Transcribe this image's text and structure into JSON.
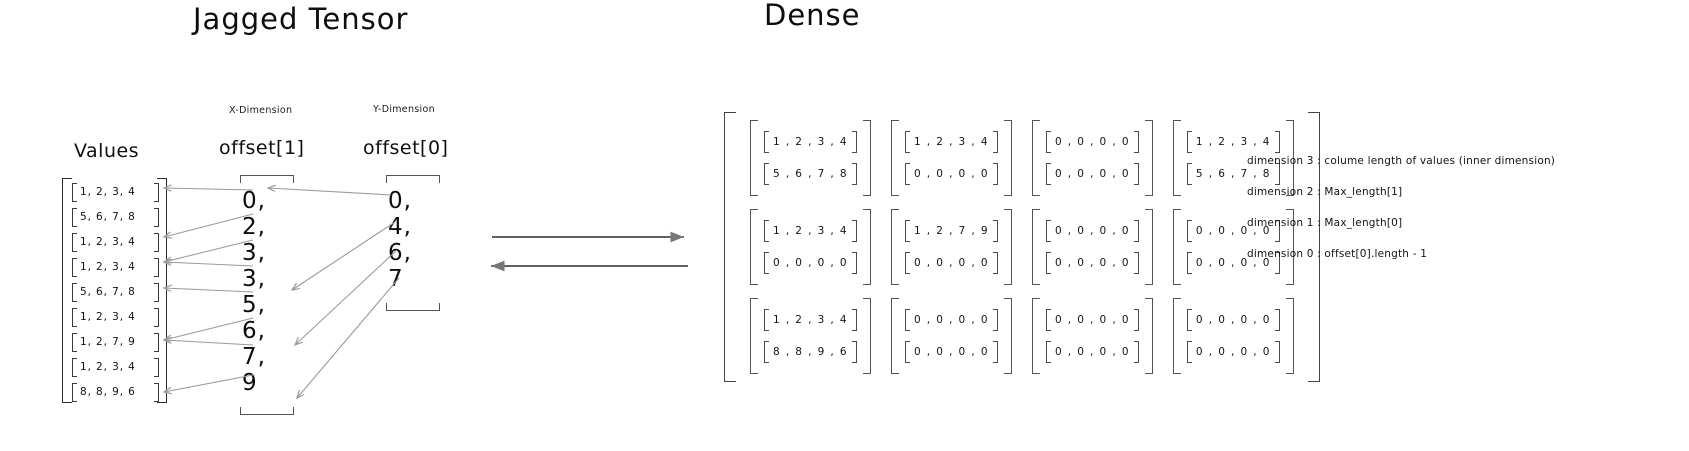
{
  "titles": {
    "left": "Jagged Tensor",
    "right": "Dense"
  },
  "jagged": {
    "values": {
      "header": "Values",
      "rows": [
        "1, 2, 3, 4",
        "5, 6, 7, 8",
        "1, 2, 3, 4",
        "1, 2, 3, 4",
        "5, 6, 7, 8",
        "1, 2, 3, 4",
        "1, 2, 7, 9",
        "1, 2, 3, 4",
        "8, 8, 9, 6"
      ]
    },
    "offset1": {
      "dimension_tag": "X-Dimension",
      "header": "offset[1]",
      "values": [
        "0,",
        "2,",
        "3,",
        "3,",
        "5,",
        "6,",
        "7,",
        "9"
      ]
    },
    "offset0": {
      "dimension_tag": "Y-Dimension",
      "header": "offset[0]",
      "values": [
        "0,",
        "4,",
        "6,",
        "7"
      ]
    }
  },
  "transform_arrows": {
    "forward": "right-arrow",
    "backward": "left-arrow"
  },
  "dense": {
    "rows": [
      {
        "blocks": [
          {
            "lines": [
              "1 , 2 , 3 , 4",
              "5 , 6 , 7 , 8"
            ]
          },
          {
            "lines": [
              "1 , 2 , 3 , 4",
              "0 , 0 , 0 , 0"
            ]
          },
          {
            "lines": [
              "0 , 0 , 0 , 0",
              "0 , 0 , 0 , 0"
            ]
          },
          {
            "lines": [
              "1 , 2 , 3 , 4",
              "5 , 6 , 7 , 8"
            ]
          }
        ]
      },
      {
        "blocks": [
          {
            "lines": [
              "1 , 2 , 3 , 4",
              "0 , 0 , 0 , 0"
            ]
          },
          {
            "lines": [
              "1 , 2 , 7 , 9",
              "0 , 0 , 0 , 0"
            ]
          },
          {
            "lines": [
              "0 , 0 , 0 , 0",
              "0 , 0 , 0 , 0"
            ]
          },
          {
            "lines": [
              "0 , 0 , 0 , 0",
              "0 , 0 , 0 , 0"
            ]
          }
        ]
      },
      {
        "blocks": [
          {
            "lines": [
              "1 , 2 , 3 , 4",
              "8 , 8 , 9 , 6"
            ]
          },
          {
            "lines": [
              "0 , 0 , 0 , 0",
              "0 , 0 , 0 , 0"
            ]
          },
          {
            "lines": [
              "0 , 0 , 0 , 0",
              "0 , 0 , 0 , 0"
            ]
          },
          {
            "lines": [
              "0 , 0 , 0 , 0",
              "0 , 0 , 0 , 0"
            ]
          }
        ]
      }
    ]
  },
  "legend": {
    "lines": [
      "dimension 3 : colume length of values (inner dimension)",
      "dimension 2 : Max_length[1]",
      "dimension 1  : Max_length[0]",
      "dimension 0 : offset[0].length - 1"
    ]
  },
  "colors": {
    "ink": "#111111",
    "bracket": "#4a4a4a",
    "arrow": "#9a9a9a",
    "background": "#ffffff"
  }
}
